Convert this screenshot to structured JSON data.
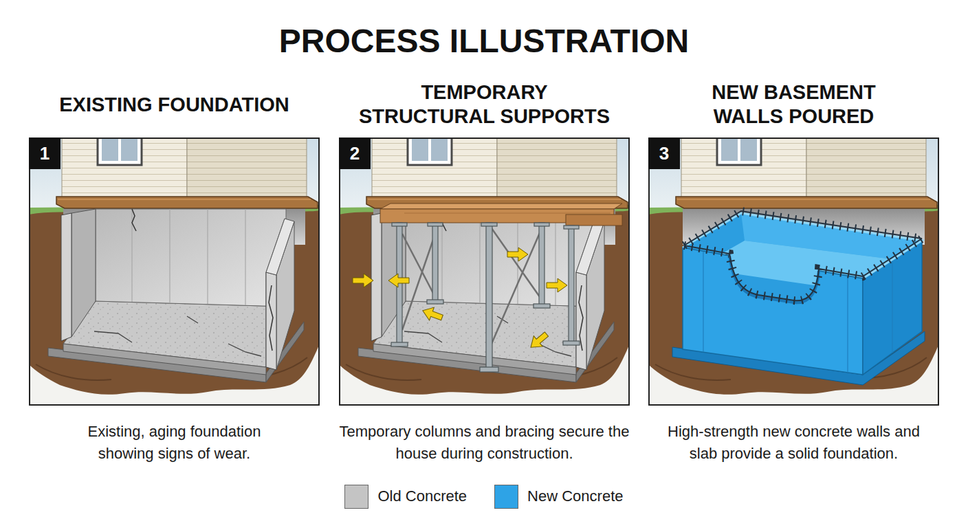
{
  "diagram": {
    "title": "PROCESS ILLUSTRATION",
    "nodes": [
      {
        "text": [
          "EXISTING FOUNDATION",
          "Existing, aging foundation showing signs of wear."
        ]
      },
      {
        "text": [
          "1"
        ],
        "in": 0
      },
      {
        "text": [
          "TEMPORARY STRUCTURAL SUPPORTS",
          "Temporary columns and bracing secure the house during construction."
        ]
      },
      {
        "text": [
          "2"
        ],
        "in": 2
      },
      {
        "text": [
          "NEW BASEMENT WALLS POURED",
          "High-strength new concrete walls and slab provide a solid foundation."
        ]
      },
      {
        "text": [
          "3"
        ],
        "in": 4
      }
    ],
    "legend": [
      {
        "text": "Old Concrete",
        "color": "#c4c4c4"
      },
      {
        "text": "New Concrete",
        "color": "#2ea3e6"
      }
    ]
  }
}
